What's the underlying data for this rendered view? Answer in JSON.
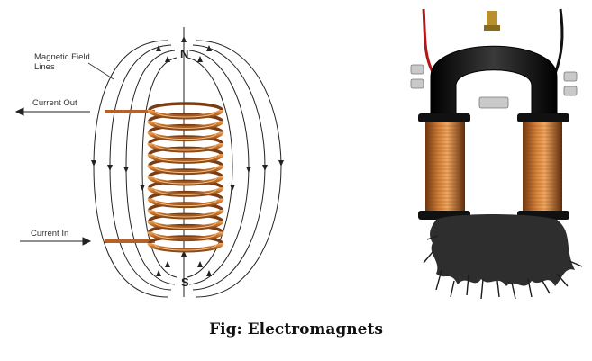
{
  "diagram": {
    "label_field_line1": "Magnetic Field",
    "label_field_line2": "Lines",
    "label_current_out": "Current Out",
    "label_current_in": "Current In",
    "pole_north": "N",
    "pole_south": "S"
  },
  "caption": "Fig: Electromagnets",
  "colors": {
    "coil": "#c8732a",
    "coil_highlight": "#f0a55a",
    "field_line": "#222222",
    "magnet_body": "#1a1a1a"
  }
}
